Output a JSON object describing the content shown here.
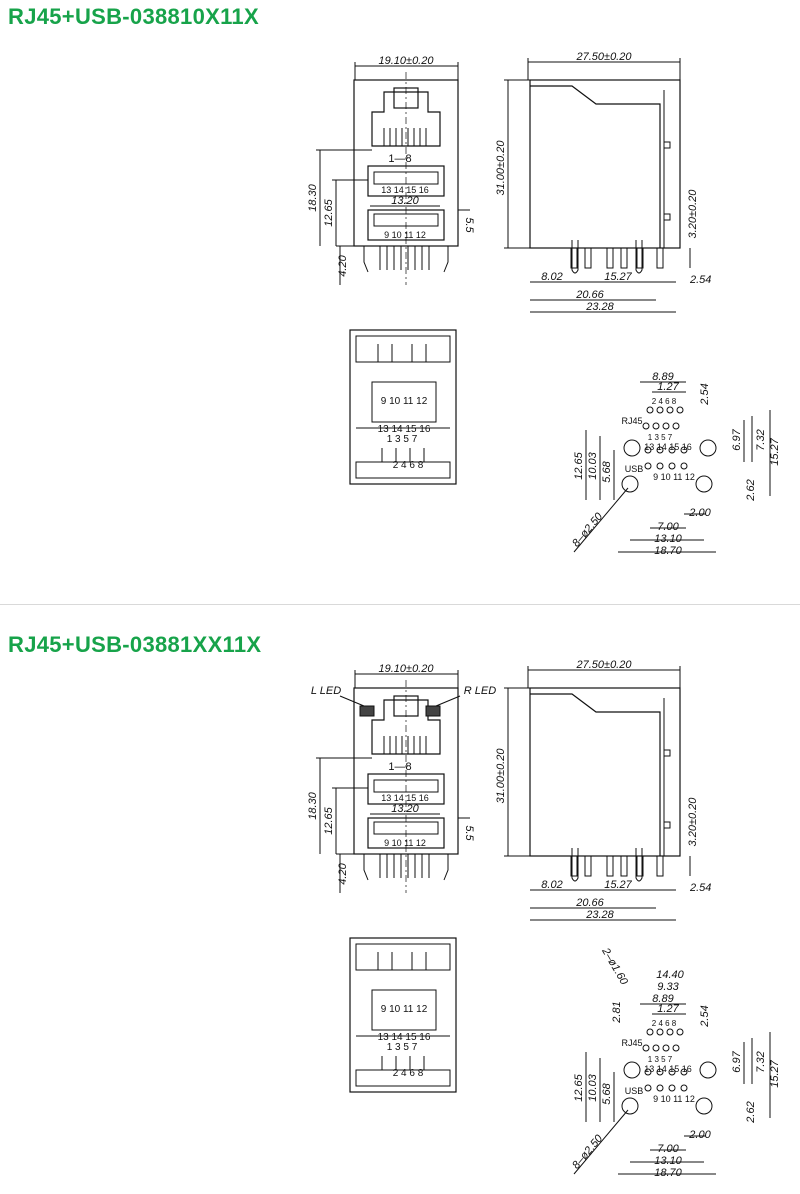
{
  "colors": {
    "title": "#17a34a",
    "line": "#111111",
    "separator": "#d9d9d9"
  },
  "sections": [
    {
      "title": "RJ45+USB-038810X11X",
      "front": {
        "width_dim": "19.10±0.20",
        "pin_range": "1—8",
        "usb_w": "13.20",
        "h_total": "18.30",
        "h_usb": "12.65",
        "h_bottom": "4.20",
        "h_small": "5.5",
        "usb1_pins": "13 14 15 16",
        "usb2_pins": "9 10 11 12",
        "led_left": "",
        "led_right": ""
      },
      "side": {
        "depth": "27.50±0.20",
        "height": "31.00±0.20",
        "pin_h": "3.20±0.20",
        "d1": "8.02",
        "d2": "15.27",
        "d3": "2.54",
        "d4": "20.66",
        "d5": "23.28"
      },
      "bottom": {
        "row_top": "9 10 11 12",
        "row_mid": "13 14 15 16",
        "row_odd": "1 3 5 7",
        "row_even": "2 4 6 8"
      },
      "pcb": {
        "w1": "8.89",
        "w2": "1.27",
        "v1": "2.54",
        "lbl_rj45": "RJ45",
        "lbl_usb": "USB",
        "h1": "12.65",
        "h2": "10.03",
        "h3": "5.68",
        "r1": "6.97",
        "r2": "7.32",
        "r3": "15.27",
        "r4": "2.62",
        "b1": "2.00",
        "b2": "7.00",
        "b3": "13.10",
        "b4": "18.70",
        "hole": "8–ø2.50",
        "pins_top": "2 4 6 8",
        "pins_odd": "1 3 5 7",
        "pins_mid": "13 14 15 16",
        "pins_usb": "9 10 11 12",
        "extra_w": "",
        "extra_w2": "",
        "extra_v": "",
        "extra_hole": ""
      }
    },
    {
      "title": "RJ45+USB-03881XX11X",
      "front": {
        "width_dim": "19.10±0.20",
        "pin_range": "1—8",
        "usb_w": "13.20",
        "h_total": "18.30",
        "h_usb": "12.65",
        "h_bottom": "4.20",
        "h_small": "5.5",
        "usb1_pins": "13 14 15 16",
        "usb2_pins": "9 10 11 12",
        "led_left": "L LED",
        "led_right": "R LED"
      },
      "side": {
        "depth": "27.50±0.20",
        "height": "31.00±0.20",
        "pin_h": "3.20±0.20",
        "d1": "8.02",
        "d2": "15.27",
        "d3": "2.54",
        "d4": "20.66",
        "d5": "23.28"
      },
      "bottom": {
        "row_top": "9 10 11 12",
        "row_mid": "13 14 15 16",
        "row_odd": "1 3 5 7",
        "row_even": "2 4 6 8"
      },
      "pcb": {
        "w1": "8.89",
        "w2": "1.27",
        "v1": "2.54",
        "lbl_rj45": "RJ45",
        "lbl_usb": "USB",
        "h1": "12.65",
        "h2": "10.03",
        "h3": "5.68",
        "r1": "6.97",
        "r2": "7.32",
        "r3": "15.27",
        "r4": "2.62",
        "b1": "2.00",
        "b2": "7.00",
        "b3": "13.10",
        "b4": "18.70",
        "hole": "8–ø2.50",
        "pins_top": "2 4 6 8",
        "pins_odd": "1 3 5 7",
        "pins_mid": "13 14 15 16",
        "pins_usb": "9 10 11 12",
        "extra_w": "14.40",
        "extra_w2": "9.33",
        "extra_v": "2.81",
        "extra_hole": "2–ø1.60"
      }
    }
  ]
}
